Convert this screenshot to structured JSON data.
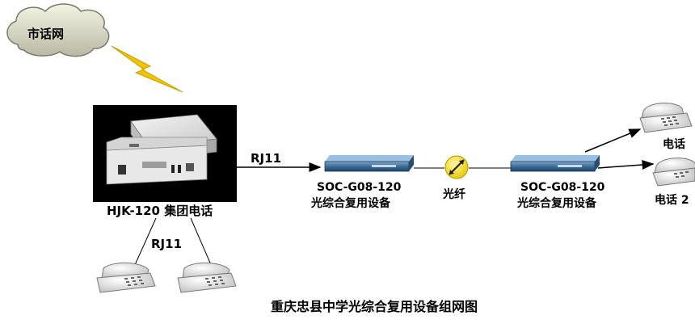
{
  "cloud": {
    "label": "市话网"
  },
  "pbx": {
    "label": "HJK-120 集团电话"
  },
  "links": {
    "rj11_top": "RJ11",
    "rj11_bottom": "RJ11",
    "fiber": "光纤"
  },
  "mux_left": {
    "model": "SOC-G08-120",
    "name": "光综合复用设备"
  },
  "mux_right": {
    "model": "SOC-G08-120",
    "name": "光综合复用设备"
  },
  "phones_right": {
    "top_label": "电话",
    "bottom_label": "电话 2"
  },
  "caption": "重庆忠县中学光综合复用设备组网图"
}
